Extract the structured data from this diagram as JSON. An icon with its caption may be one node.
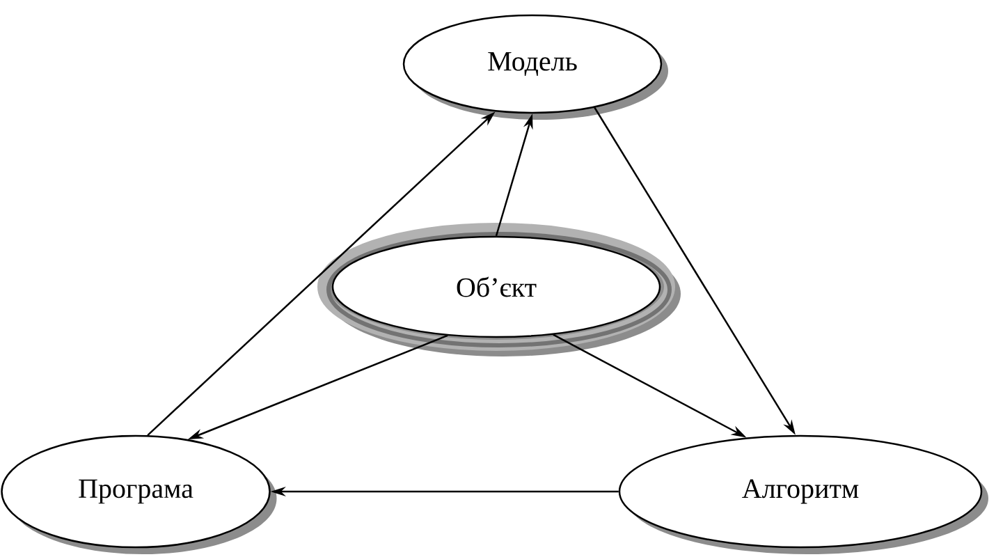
{
  "diagram": {
    "nodes": [
      {
        "text": [
          "Модель"
        ]
      },
      {
        "text": [
          "Об’єкт"
        ]
      },
      {
        "text": [
          "Програма"
        ]
      },
      {
        "text": [
          "Алгоритм"
        ]
      }
    ],
    "edges": [
      {
        "from": 1,
        "to": 0,
        "arrow": "to"
      },
      {
        "from": 0,
        "to": 3,
        "arrow": "to"
      },
      {
        "from": 1,
        "to": 2,
        "arrow": "to"
      },
      {
        "from": 1,
        "to": 3,
        "arrow": "to"
      },
      {
        "from": 3,
        "to": 2,
        "arrow": "to"
      },
      {
        "from": 2,
        "to": 0,
        "arrow": "to"
      }
    ]
  }
}
